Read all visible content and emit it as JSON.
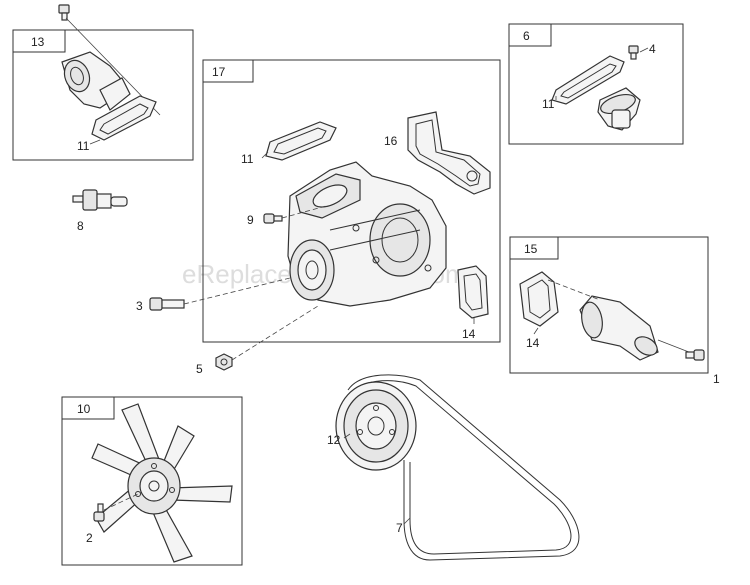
{
  "watermark": "eReplacementParts.com",
  "callouts": {
    "box13": "13",
    "box6": "6",
    "box17": "17",
    "box15": "15",
    "box10": "10",
    "c11a": "11",
    "c11b": "11",
    "c11c": "11",
    "c4": "4",
    "c16": "16",
    "c9": "9",
    "c8": "8",
    "c3": "3",
    "c14a": "14",
    "c14b": "14",
    "c5": "5",
    "c1": "1",
    "c12": "12",
    "c7": "7",
    "c2": "2"
  }
}
